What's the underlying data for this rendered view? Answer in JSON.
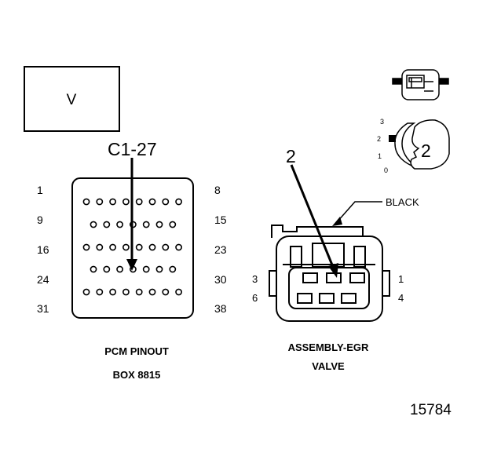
{
  "box_label": "V",
  "pcm": {
    "callout": "C1-27",
    "left_pins": [
      "1",
      "9",
      "16",
      "24",
      "31"
    ],
    "right_pins": [
      "8",
      "15",
      "23",
      "30",
      "38"
    ],
    "caption_line1": "PCM PINOUT",
    "caption_line2": "BOX 8815"
  },
  "egr": {
    "callout": "2",
    "color_label": "BLACK",
    "pin_left_top": "3",
    "pin_left_bottom": "6",
    "pin_right_top": "1",
    "pin_right_bottom": "4",
    "caption_line1": "ASSEMBLY-EGR",
    "caption_line2": "VALVE"
  },
  "terminal_view": {
    "scale": [
      "3",
      "2",
      "1",
      "0"
    ],
    "number": "2"
  },
  "figure_number": "15784"
}
